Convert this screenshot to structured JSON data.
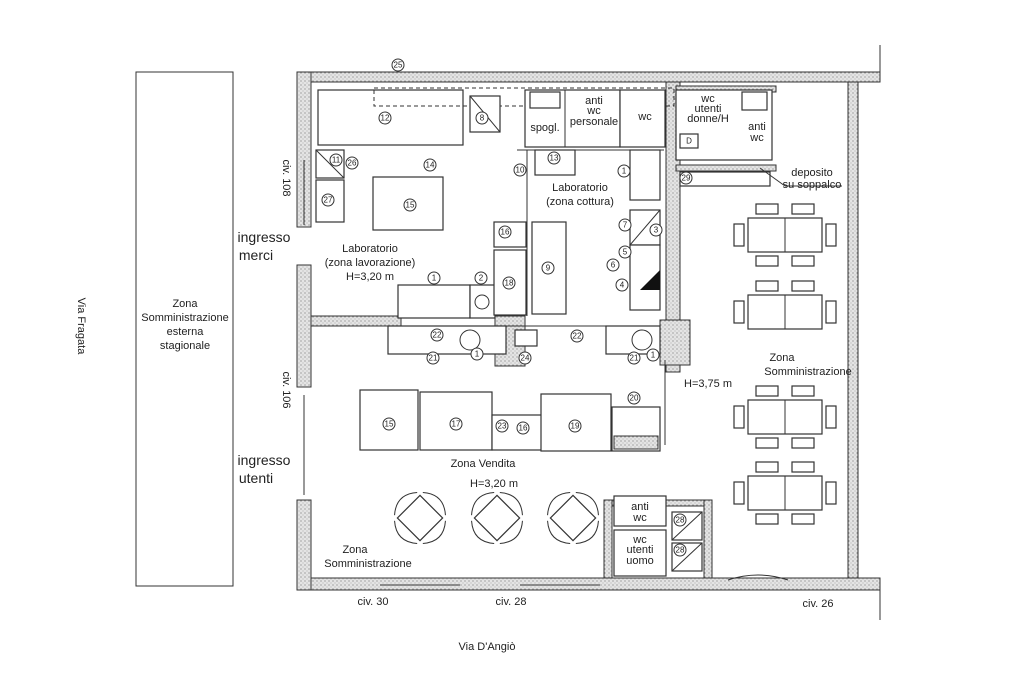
{
  "streets": {
    "left": "Via Fragata",
    "bottom": "Via D'Angiò"
  },
  "outdoor_zone": {
    "line1": "Zona",
    "line2": "Somministrazione",
    "line3": "esterna",
    "line4": "stagionale"
  },
  "entrances": {
    "goods": [
      "ingresso",
      "merci"
    ],
    "users": [
      "ingresso",
      "utenti"
    ]
  },
  "civics": {
    "c108": "civ. 108",
    "c106": "civ. 106",
    "c30": "civ. 30",
    "c28": "civ. 28",
    "c26": "civ. 26"
  },
  "rooms": {
    "lab_work": [
      "Laboratorio",
      "(zona lavorazione)",
      "H=3,20 m"
    ],
    "lab_cook": [
      "Laboratorio",
      "(zona cottura)"
    ],
    "anti_wc_staff": [
      "anti",
      "wc",
      "personale"
    ],
    "changing": "spogl.",
    "wc_staff": "wc",
    "wc_women": [
      "wc",
      "utenti",
      "donne/H"
    ],
    "anti_wc_top": [
      "anti",
      "wc"
    ],
    "storage": [
      "deposito",
      "su soppalco"
    ],
    "dining_right": [
      "Zona",
      "Somministrazione",
      "H=3,75 m"
    ],
    "sales": [
      "Zona Vendita",
      "H=3,20 m"
    ],
    "anti_wc_bottom": [
      "anti",
      "wc"
    ],
    "wc_men": [
      "wc",
      "utenti",
      "uomo"
    ],
    "dining_left": [
      "Zona",
      "Somministrazione"
    ],
    "disabled_symbol": "D"
  },
  "markers": [
    "25",
    "12",
    "8",
    "11",
    "26",
    "14",
    "10",
    "13",
    "1",
    "29",
    "27",
    "15",
    "7",
    "3",
    "16",
    "5",
    "6",
    "4",
    "9",
    "18",
    "1",
    "2",
    "22",
    "21",
    "1",
    "24",
    "22",
    "21",
    "1",
    "20",
    "15",
    "17",
    "23",
    "16",
    "19",
    "28",
    "28"
  ]
}
